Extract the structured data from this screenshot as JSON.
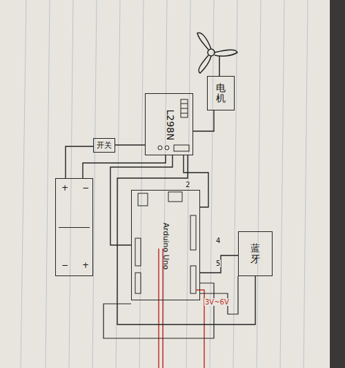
{
  "diagram": {
    "nodes": [
      {
        "text": [
          "电机"
        ]
      },
      {
        "text": [
          "L298N"
        ]
      },
      {
        "text": [
          "开关"
        ]
      },
      {
        "text": [
          "+",
          "−",
          "−",
          "+"
        ]
      },
      {
        "text": [
          "Arduino Uno"
        ]
      },
      {
        "text": [
          "蓝牙"
        ]
      }
    ],
    "edges": [
      {
        "from": 0,
        "to": 1,
        "arrow": "none"
      },
      {
        "from": 2,
        "to": 1,
        "arrow": "none"
      },
      {
        "from": 3,
        "to": 2,
        "arrow": "none"
      },
      {
        "from": 3,
        "to": 1,
        "arrow": "none"
      },
      {
        "from": 1,
        "to": 4,
        "arrow": "none"
      },
      {
        "from": 1,
        "to": 4,
        "arrow": "none"
      },
      {
        "from": 4,
        "to": 5,
        "arrow": "none"
      },
      {
        "from": 5,
        "to": 1,
        "arrow": "none"
      }
    ],
    "labels": [
      "2",
      "4",
      "5",
      "3V~6V"
    ]
  }
}
